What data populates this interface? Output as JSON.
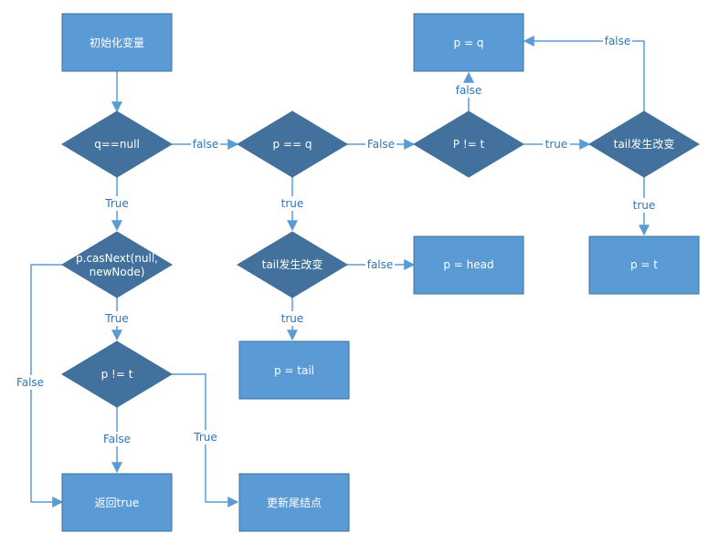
{
  "colors": {
    "box_fill": "#5b9bd5",
    "box_stroke": "#41719c",
    "diamond_fill": "#41719c",
    "edge": "#5b9bd5",
    "label_text": "#2e75b6",
    "node_text": "#ffffff"
  },
  "nodes": {
    "init": {
      "text": "初始化变量"
    },
    "q_null": {
      "text": "q==null"
    },
    "p_eq_q": {
      "text": "p == q"
    },
    "p_neq_t_top": {
      "text": "P != t"
    },
    "p_assign_q": {
      "text": "p = q"
    },
    "tail_changed_right": {
      "text": "tail发生改变"
    },
    "p_assign_t": {
      "text": "p = t"
    },
    "tail_changed_mid": {
      "text": "tail发生改变"
    },
    "p_assign_head": {
      "text": "p = head"
    },
    "p_assign_tail": {
      "text": "p = tail"
    },
    "cas_next": {
      "text_line1": "p.casNext(null,",
      "text_line2": "newNode)"
    },
    "p_neq_t_bottom": {
      "text": "p != t"
    },
    "return_true": {
      "text": "返回true"
    },
    "update_tail": {
      "text": "更新尾结点"
    }
  },
  "edge_labels": {
    "qnull_false": "false",
    "qnull_true": "True",
    "peqq_false": "False",
    "peqq_true": "true",
    "pneqt_top_false": "false",
    "pneqt_top_true": "true",
    "tailright_false": "false",
    "tailright_true": "true",
    "tailmid_false": "false",
    "tailmid_true": "true",
    "cas_true": "True",
    "cas_false": "False",
    "pneqt_bottom_false": "False",
    "pneqt_bottom_true": "True"
  }
}
